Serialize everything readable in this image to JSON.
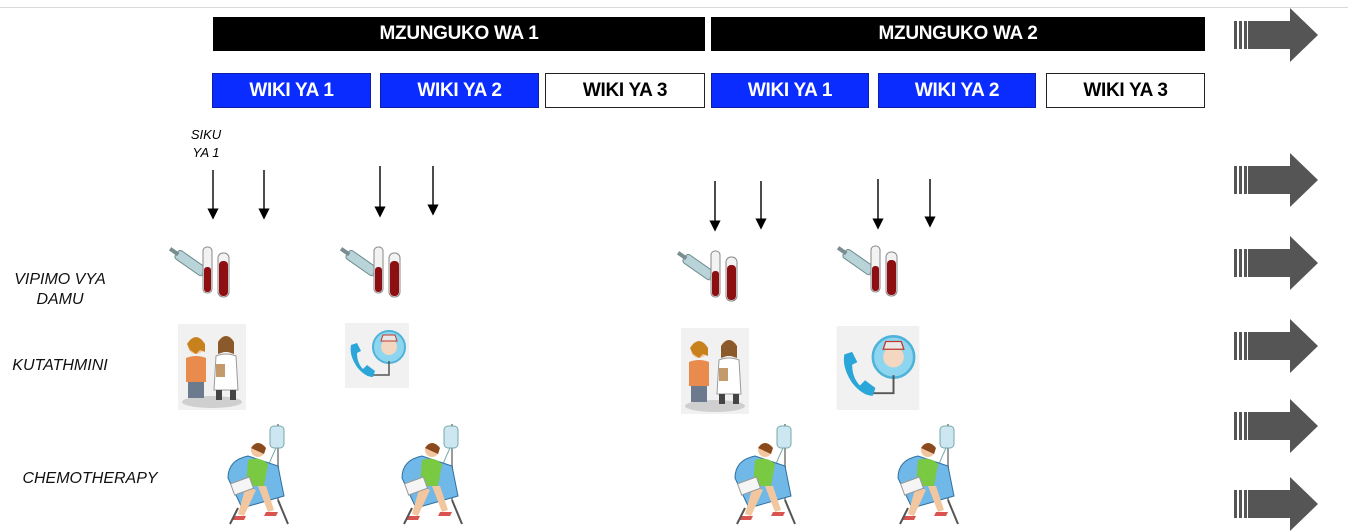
{
  "cycles": [
    {
      "label": "MZUNGUKO WA 1"
    },
    {
      "label": "MZUNGUKO WA 2"
    }
  ],
  "weeks": [
    {
      "label": "WIKI YA 1",
      "style": "blue"
    },
    {
      "label": "WIKI YA 2",
      "style": "blue"
    },
    {
      "label": "WIKI YA 3",
      "style": "white"
    },
    {
      "label": "WIKI YA 1",
      "style": "blue"
    },
    {
      "label": "WIKI YA 2",
      "style": "blue"
    },
    {
      "label": "WIKI YA 3",
      "style": "white"
    }
  ],
  "day_marker": {
    "line1": "SIKU",
    "line2": "YA 1"
  },
  "rows": {
    "blood_tests": {
      "line1": "VIPIMO VYA",
      "line2": "DAMU",
      "icon": "blood-test-tubes-icon"
    },
    "assessment": {
      "label": "KUTATHMINI",
      "icons": [
        "doctor-consultation-icon",
        "phone-call-doctor-icon"
      ]
    },
    "chemotherapy": {
      "label": "CHEMOTHERAPY",
      "icon": "patient-infusion-icon"
    }
  },
  "colors": {
    "week_blue": "#0b2cff",
    "bar_black": "#000000",
    "arrow_gray": "#555555",
    "blood_red": "#8e0f12"
  }
}
